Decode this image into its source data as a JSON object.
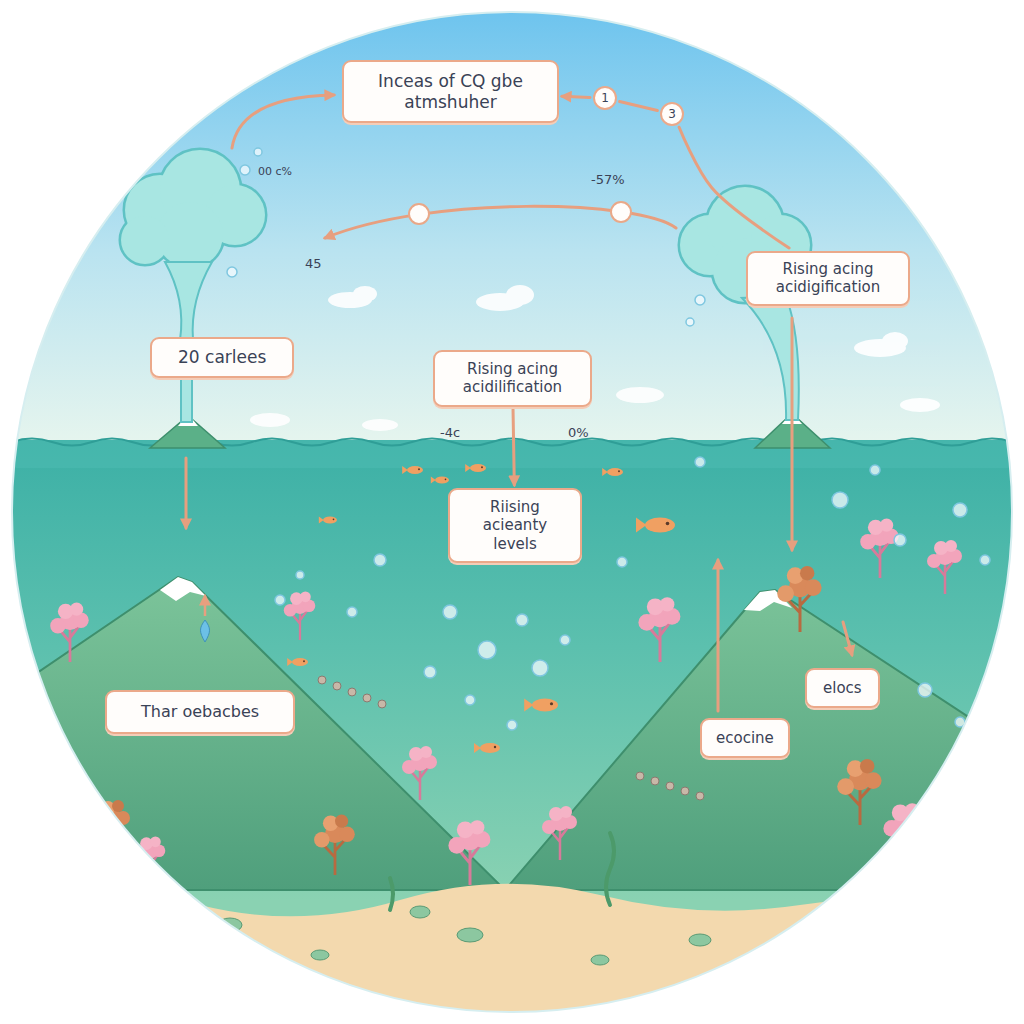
{
  "diagram": {
    "nodes": [
      {
        "text": [
          "Inceas of CQ gbe atmshuher"
        ]
      },
      {
        "text": [
          "1"
        ]
      },
      {
        "text": [
          "3"
        ]
      },
      {
        "text": [
          "Rising acing acidigification"
        ]
      },
      {
        "text": [
          "20 carlees"
        ]
      },
      {
        "text": [
          "Rising acing acidilification"
        ]
      },
      {
        "text": [
          "Riising acieanty levels"
        ]
      },
      {
        "text": [
          "Thar oebacbes"
        ]
      },
      {
        "text": [
          "elocs"
        ]
      },
      {
        "text": [
          "ecocine"
        ]
      }
    ],
    "edges": [
      {
        "from": 3,
        "to": 2,
        "arrow": "none"
      },
      {
        "from": 2,
        "to": 1,
        "arrow": "none"
      },
      {
        "from": 1,
        "to": 0,
        "arrow": "to"
      },
      {
        "from": 5,
        "to": 6,
        "arrow": "to"
      }
    ],
    "labels": [
      "00 c%",
      "-57%",
      "45",
      "-4c",
      "0%"
    ]
  }
}
